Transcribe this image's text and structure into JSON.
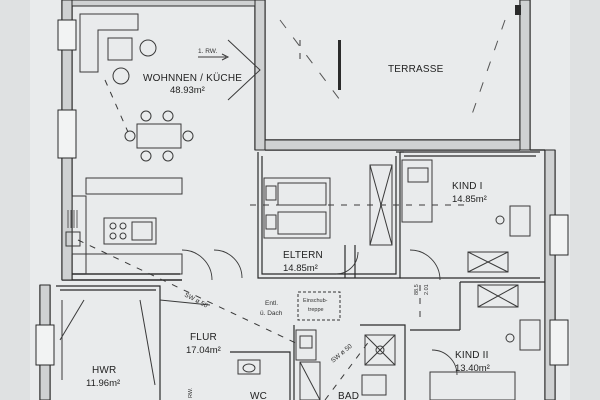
{
  "rooms": {
    "wohnen": {
      "name": "WOHNNEN / KÜCHE",
      "area": "48.93m²"
    },
    "terrasse": {
      "name": "TERRASSE"
    },
    "eltern": {
      "name": "ELTERN",
      "area": "14.85m²"
    },
    "kind1": {
      "name": "KIND I",
      "area": "14.85m²"
    },
    "kind2": {
      "name": "KIND II",
      "area": "13.40m²"
    },
    "hwr": {
      "name": "HWR",
      "area": "11.96m²"
    },
    "flur": {
      "name": "FLUR",
      "area": "17.04m²"
    },
    "wc": {
      "name": "WC"
    },
    "bad": {
      "name": "BAD"
    }
  },
  "annotations": {
    "rw1": "1. RW.",
    "sw_a": "SW ø 50",
    "sw_b": "SW ø 50",
    "entl_1": "Entl.",
    "entl_2": "ü. Dach",
    "einschub_1": "Einschub-",
    "einschub_2": "treppe",
    "door_885": "88.5",
    "door_201": "2.01",
    "rw2": "RW."
  },
  "colors": {
    "paper": "#e9ebec",
    "wall": "#2b2b2b",
    "wall_fill": "#d4d6d7",
    "line": "#3a3a3a"
  }
}
